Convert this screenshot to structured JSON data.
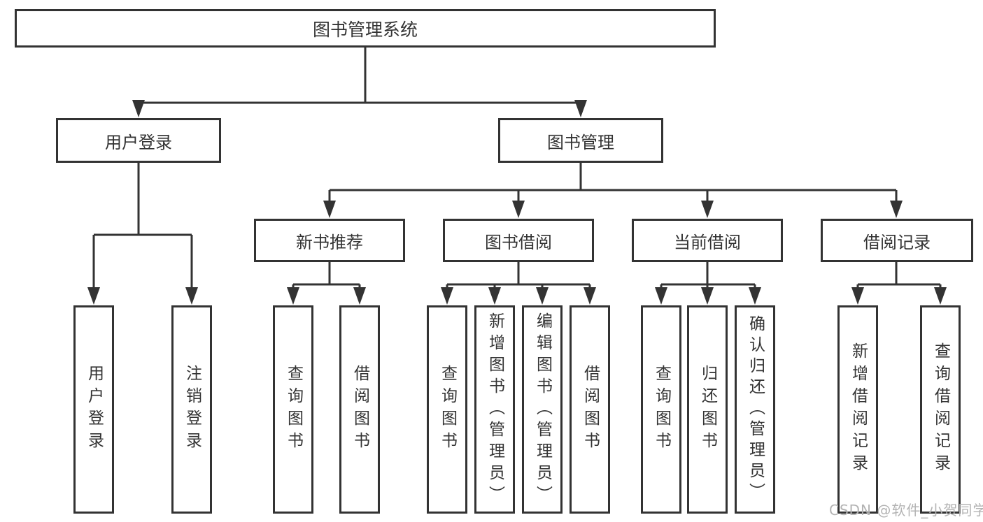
{
  "diagram": {
    "title_node": {
      "label": "图书管理系统"
    },
    "level2": [
      {
        "id": "user-login-module",
        "label": "用户登录"
      },
      {
        "id": "book-management-module",
        "label": "图书管理"
      }
    ],
    "level3": [
      {
        "id": "new-book-recommend",
        "label": "新书推荐"
      },
      {
        "id": "book-borrowing",
        "label": "图书借阅"
      },
      {
        "id": "current-borrowing",
        "label": "当前借阅"
      },
      {
        "id": "borrowing-records",
        "label": "借阅记录"
      }
    ],
    "leaves": {
      "user": [
        "用户登录",
        "注销登录"
      ],
      "recommend": [
        "查询图书",
        "借阅图书"
      ],
      "borrow": [
        "查询图书",
        "新增图书（管理员）",
        "编辑图书（管理员）",
        "借阅图书"
      ],
      "current": [
        "查询图书",
        "归还图书",
        "确认归还（管理员）"
      ],
      "records": [
        "新增借阅记录",
        "查询借阅记录"
      ]
    }
  },
  "watermark": {
    "text": "CSDN @软件_小贺同学"
  },
  "colors": {
    "line": "#333333",
    "box_border": "#333333",
    "text": "#333333",
    "watermark": "#b3b3b3",
    "background": "#ffffff"
  }
}
